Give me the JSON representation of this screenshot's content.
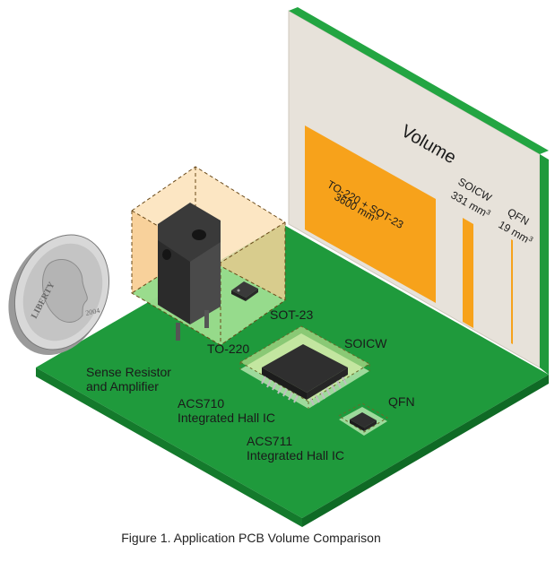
{
  "colors": {
    "board": "#1f9a3c",
    "board_edge": "#147a2c",
    "wall": "#e7e2da",
    "orange": "#f7a21b",
    "ghost_green": "#aee8b0",
    "chip": "#2b2b2b"
  },
  "volume_chart": {
    "title": "Volume",
    "bars": [
      {
        "label": "TO-220 + SOT-23",
        "value": "3600 mm3",
        "unit_sup": "3"
      },
      {
        "label": "SOICW",
        "value": "331 mm3",
        "unit_sup": "3"
      },
      {
        "label": "QFN",
        "value": "19 mm3",
        "unit_sup": "3"
      }
    ]
  },
  "labels": {
    "sot23": "SOT-23",
    "to220": "TO-220",
    "soicw": "SOICW",
    "qfn": "QFN",
    "sense_line1": "Sense Resistor",
    "sense_line2": "and Amplifier",
    "acs710_line1": "ACS710",
    "acs710_line2": "Integrated Hall IC",
    "acs711_line1": "ACS711",
    "acs711_line2": "Integrated Hall IC"
  },
  "coin": {
    "inscription": "LIBERTY",
    "year": "2004"
  },
  "caption": "Figure 1. Application PCB Volume Comparison"
}
